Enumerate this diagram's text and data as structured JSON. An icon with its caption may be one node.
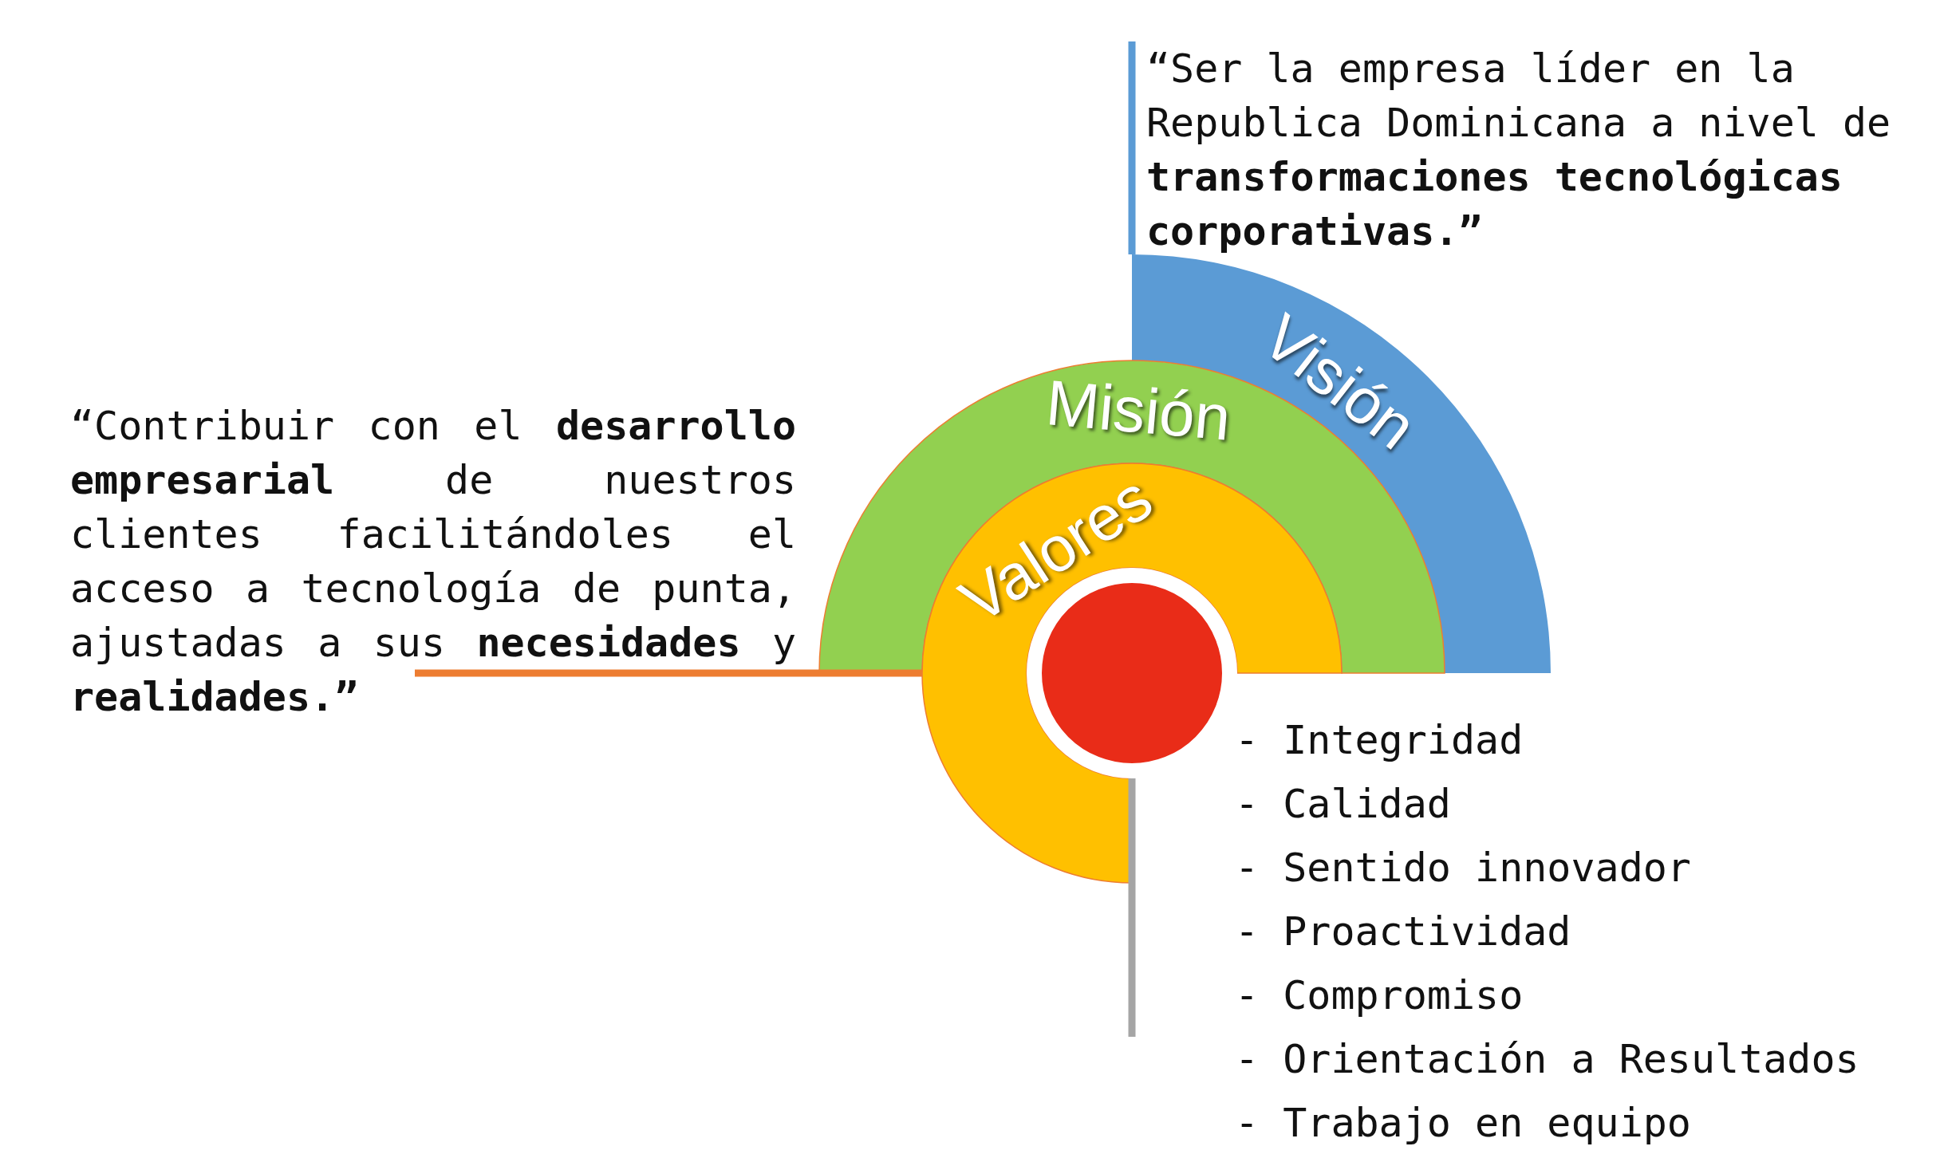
{
  "diagram": {
    "nodes": [
      {
        "text": [
          "“Ser la empresa líder en la Republica Dominicana a nivel de **transformaciones tecnológicas corporativas.”**"
        ]
      },
      {
        "text": [
          "Visión"
        ]
      },
      {
        "text": [
          "Misión"
        ]
      },
      {
        "text": [
          "“Contribuir con el **desarrollo empresarial** de nuestros clientes facilitándoles el acceso a tecnología de punta, ajustadas a sus **necesidades** y **realidades.”**"
        ]
      },
      {
        "text": [
          "Valores"
        ]
      },
      {
        "text": [],
        "shape": "circle"
      },
      {
        "text": [
          "- Integridad",
          "- Calidad",
          "- Sentido innovador",
          "- Proactividad",
          "- Compromiso",
          "- Orientación a Resultados",
          "- Trabajo en equipo"
        ]
      }
    ],
    "edges": [
      {
        "from": 0,
        "to": 1,
        "arrow": "none",
        "color": "#5b9bd5"
      },
      {
        "from": 3,
        "to": 2,
        "arrow": "none",
        "color": "#ed7d31"
      },
      {
        "from": 5,
        "to": 6,
        "arrow": "none",
        "color": "#a5a5a5"
      }
    ]
  }
}
